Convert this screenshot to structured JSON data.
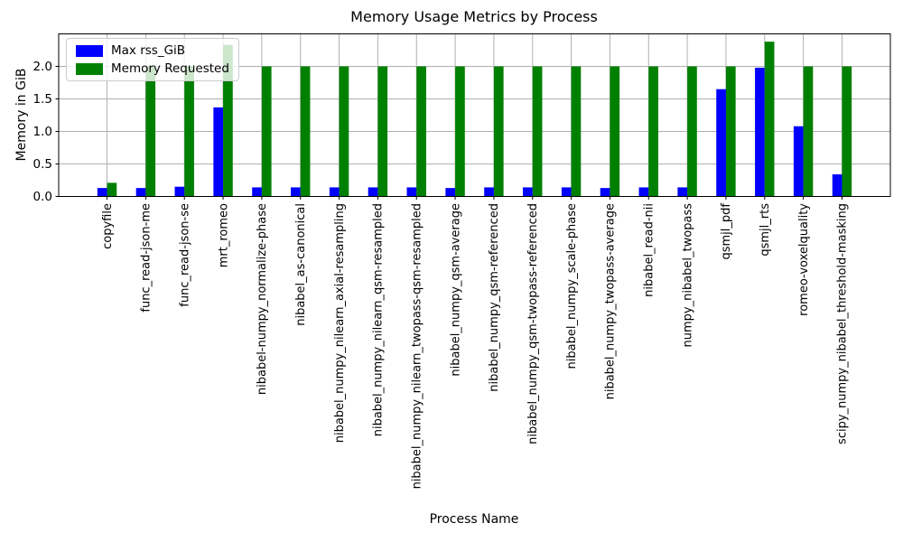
{
  "chart_data": {
    "type": "bar",
    "title": "Memory Usage Metrics by Process",
    "xlabel": "Process Name",
    "ylabel": "Memory in GiB",
    "categories": [
      "copyfile",
      "func_read-json-me",
      "func_read-json-se",
      "mrt_romeo",
      "nibabel-numpy_normalize-phase",
      "nibabel_as-canonical",
      "nibabel_numpy_nilearn_axial-resampling",
      "nibabel_numpy_nilearn_qsm-resampled",
      "nibabel_numpy_nilearn_twopass-qsm-resampled",
      "nibabel_numpy_qsm-average",
      "nibabel_numpy_qsm-referenced",
      "nibabel_numpy_qsm-twopass-referenced",
      "nibabel_numpy_scale-phase",
      "nibabel_numpy_twopass-average",
      "nibabel_read-nii",
      "numpy_nibabel_twopass",
      "qsmjl_pdf",
      "qsmjl_rts",
      "romeo-voxelquality",
      "scipy_numpy_nibabel_threshold-masking"
    ],
    "series": [
      {
        "name": "Max rss_GiB",
        "color": "#0000ff",
        "values": [
          0.13,
          0.13,
          0.15,
          1.37,
          0.14,
          0.14,
          0.14,
          0.14,
          0.14,
          0.13,
          0.14,
          0.14,
          0.14,
          0.13,
          0.14,
          0.14,
          1.65,
          1.98,
          1.08,
          0.34
        ]
      },
      {
        "name": "Memory Requested",
        "color": "#008000",
        "values": [
          0.21,
          2.0,
          2.0,
          2.33,
          2.0,
          2.0,
          2.0,
          2.0,
          2.0,
          2.0,
          2.0,
          2.0,
          2.0,
          2.0,
          2.0,
          2.0,
          2.0,
          2.38,
          2.0,
          2.0
        ]
      }
    ],
    "ylim": [
      0,
      2.5
    ],
    "yticks": [
      0.0,
      0.5,
      1.0,
      1.5,
      2.0
    ],
    "grid": true,
    "grid_color": "#b0b0b0",
    "spine_color": "#000000",
    "legend_position": "upper left"
  }
}
